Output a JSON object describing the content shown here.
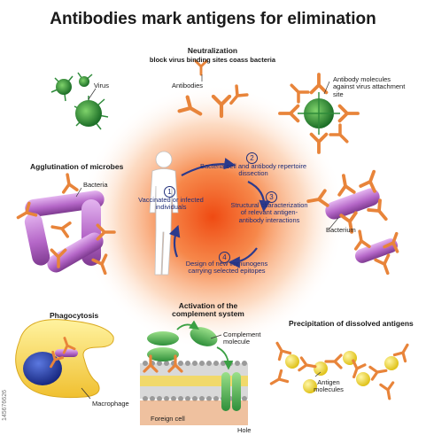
{
  "title": "Antibodies mark antigens for elimination",
  "neutralization": {
    "heading": "Neutralization",
    "subheading": "block virus binding sites coass bacteria",
    "antibodies_label": "Antibodies"
  },
  "virus_label": "Virus",
  "antibody_virus_label": "Antibody molecules against virus attachment site",
  "agglutination": {
    "heading": "Agglutination of microbes",
    "bacteria_label": "Bacteria"
  },
  "bacterium_label": "Bacterium",
  "cycle": {
    "steps": [
      {
        "number": "1",
        "text": "Vaccinated or infected individuals"
      },
      {
        "number": "2",
        "text": "Bacteria cell and antibody repertoire dissection"
      },
      {
        "number": "3",
        "text": "Structural characterization of relevant antigen-antibody interactions"
      },
      {
        "number": "4",
        "text": "Design of new immunogens carrying selected epitopes"
      }
    ]
  },
  "phagocytosis": {
    "heading": "Phagocytosis",
    "macrophage_label": "Macrophage"
  },
  "complement": {
    "heading": "Activation of the complement system",
    "molecule_label": "Complement molecule",
    "foreign_cell_label": "Foreign cell",
    "hole_label": "Hole"
  },
  "precipitation": {
    "heading": "Precipitation of dissolved antigens",
    "antigen_label": "Antigen molecules"
  },
  "watermark": {
    "id": "145676626"
  },
  "colors": {
    "antibody": "#e8843a",
    "virus": "#2e8b3a",
    "bacteria": "#b567c8",
    "glow": "#f36a1c",
    "macrophage": "#f4d03f",
    "nucleus": "#1e3a9c",
    "complement": "#4caf50",
    "antigen": "#f2e33a",
    "cycle": "#1f2e7a"
  }
}
